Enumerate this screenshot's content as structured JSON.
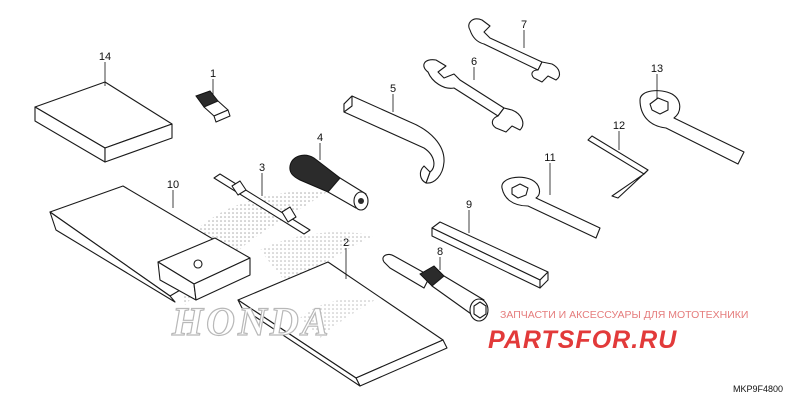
{
  "diagram": {
    "part_numbers": [
      "1",
      "2",
      "3",
      "4",
      "5",
      "6",
      "7",
      "8",
      "9",
      "10",
      "11",
      "12",
      "13",
      "14"
    ],
    "drawing_code": "MKP9F4800"
  },
  "watermark": {
    "honda": "HONDA",
    "site_tagline": "ЗАПЧАСТИ И АКСЕССУАРЫ ДЛЯ МОТОТЕХНИКИ",
    "site_name": "PARTSFOR.RU",
    "colors": {
      "brand": "#e23a3a",
      "tagline": "#e57c7c",
      "logo": "#b8b8b8"
    }
  }
}
